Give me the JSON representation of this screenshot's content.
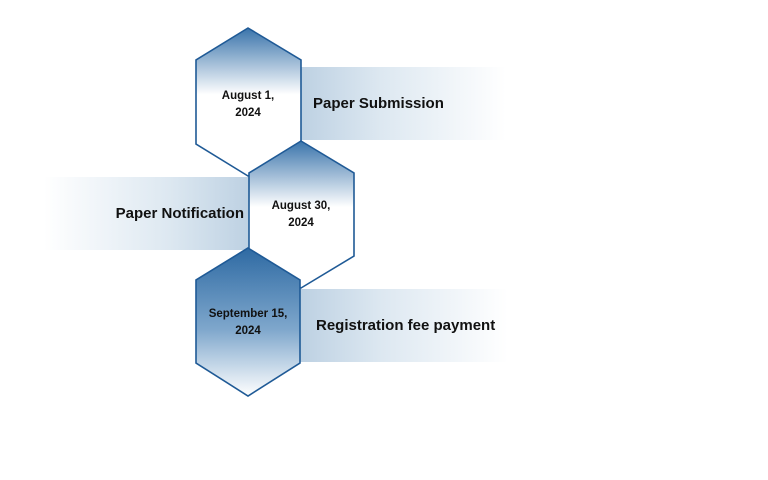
{
  "milestones": [
    {
      "date": "August 1,",
      "year": "2024",
      "label": "Paper Submission"
    },
    {
      "date": "August 30,",
      "year": "2024",
      "label": "Paper Notification"
    },
    {
      "date": "September 15,",
      "year": "2024",
      "label": "Registration fee payment"
    }
  ],
  "colors": {
    "hex_stroke": "#1f5a96",
    "hex_dark": "#3a74ab",
    "hex_light": "#ffffff",
    "band_light": "#bcd0e2"
  }
}
